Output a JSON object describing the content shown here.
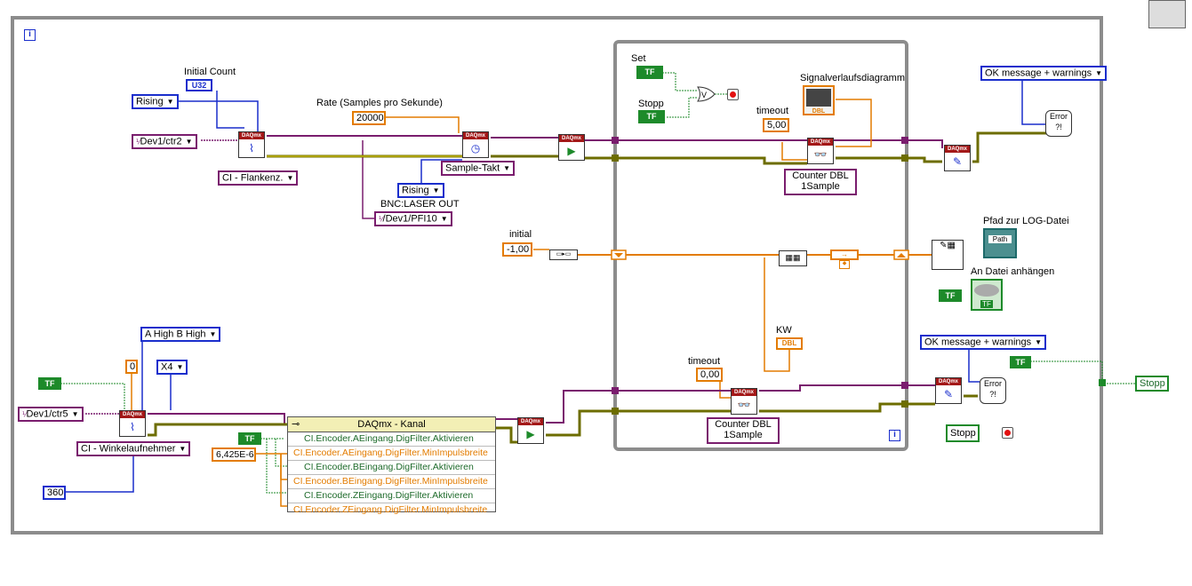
{
  "outer_loop": {
    "iteration_terminal": "i"
  },
  "inner_loop": {
    "iteration_terminal": "i"
  },
  "labels": {
    "initial_count": "Initial Count",
    "rate": "Rate (Samples pro Sekunde)",
    "bnc": "BNC:LASER OUT",
    "initial": "initial",
    "set": "Set",
    "stopp_label": "Stopp",
    "signalverlauf": "Signalverlaufsdiagramm",
    "timeout_top": "timeout",
    "timeout_bottom": "timeout",
    "pfad": "Pfad zur LOG-Datei",
    "an_datei": "An Datei anhängen",
    "kw": "KW"
  },
  "constants": {
    "u32": "U32",
    "rising_1": "Rising",
    "rising_2": "Rising",
    "dev_ctr2": "Dev1/ctr2",
    "ci_flanken": "CI - Flankenz.",
    "rate_value": "20000",
    "sample_takt": "Sample-Takt",
    "pfi": "/Dev1/PFI10",
    "initial_value": "-1,00",
    "timeout_top_value": "5,00",
    "timeout_bottom_value": "0,00",
    "counter_dbl_top": "Counter DBL\n1Sample",
    "counter_dbl_bottom": "Counter DBL\n1Sample",
    "ok_msg_top": "OK message + warnings",
    "ok_msg_bottom": "OK message + warnings",
    "a_high_b_high": "A High B High",
    "zero": "0",
    "x4": "X4",
    "dev_ctr5": "Dev1/ctr5",
    "ci_winkel": "CI - Winkelaufnehmer",
    "value_360": "360",
    "min_pulse": "6,425E-6",
    "stopp_indicator": "Stopp",
    "stopp_button": "Stopp",
    "tf": "TF",
    "dbl": "DBL",
    "path": "Path",
    "kw_dbl": "DBL"
  },
  "property_node": {
    "title": "DAQmx - Kanal",
    "rows": [
      {
        "text": "CI.Encoder.AEingang.DigFilter.Aktivieren",
        "kind": "g"
      },
      {
        "text": "CI.Encoder.AEingang.DigFilter.MinImpulsbreite",
        "kind": "o"
      },
      {
        "text": "CI.Encoder.BEingang.DigFilter.Aktivieren",
        "kind": "g"
      },
      {
        "text": "CI.Encoder.BEingang.DigFilter.MinImpulsbreite",
        "kind": "o"
      },
      {
        "text": "CI.Encoder.ZEingang.DigFilter.Aktivieren",
        "kind": "g"
      },
      {
        "text": "CI.Encoder.ZEingang.DigFilter.MinImpulsbreite",
        "kind": "o"
      }
    ]
  },
  "daq_header": "DAQmx",
  "error_text": "Error\n?!"
}
